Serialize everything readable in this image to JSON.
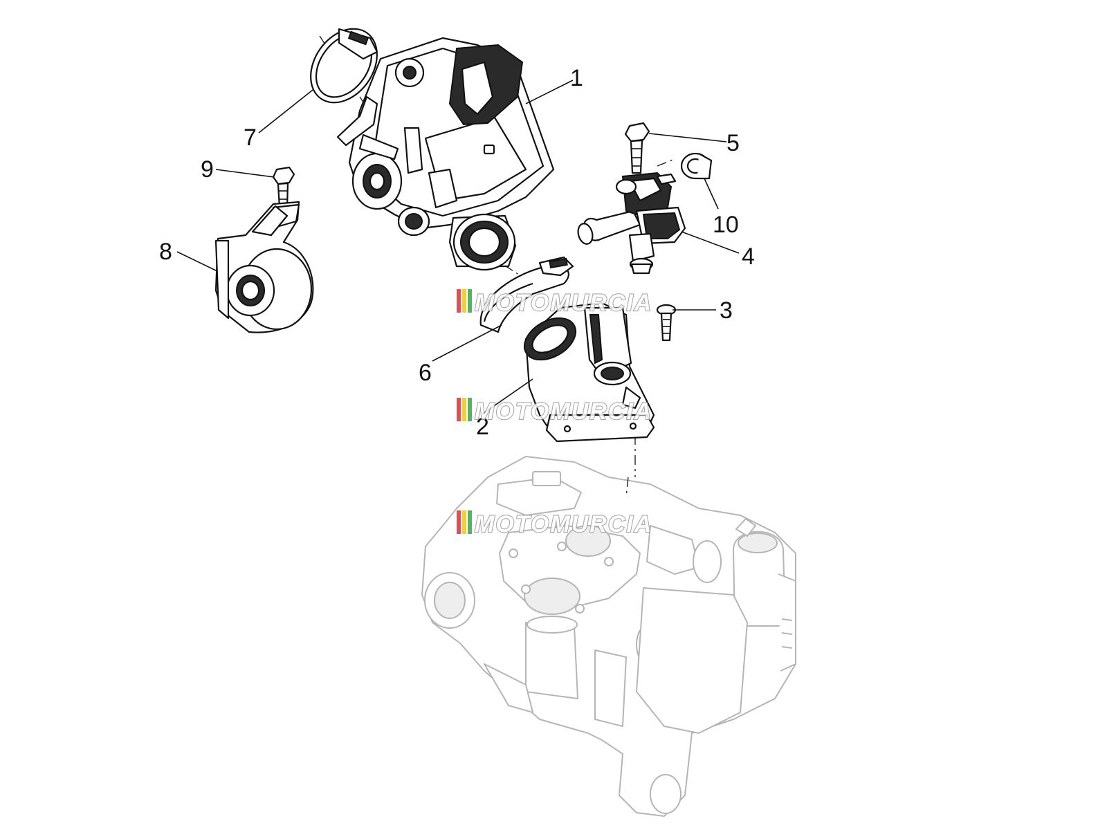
{
  "callouts": [
    {
      "id": "1",
      "label": "1"
    },
    {
      "id": "2",
      "label": "2"
    },
    {
      "id": "3",
      "label": "3"
    },
    {
      "id": "4",
      "label": "4"
    },
    {
      "id": "5",
      "label": "5"
    },
    {
      "id": "6",
      "label": "6"
    },
    {
      "id": "7",
      "label": "7"
    },
    {
      "id": "8",
      "label": "8"
    },
    {
      "id": "9",
      "label": "9"
    },
    {
      "id": "10",
      "label": "10"
    }
  ],
  "watermark": {
    "text": "MOTOMURCIA",
    "stripe_colors": [
      "#d8232a",
      "#f2c200",
      "#2e9b3e"
    ]
  }
}
